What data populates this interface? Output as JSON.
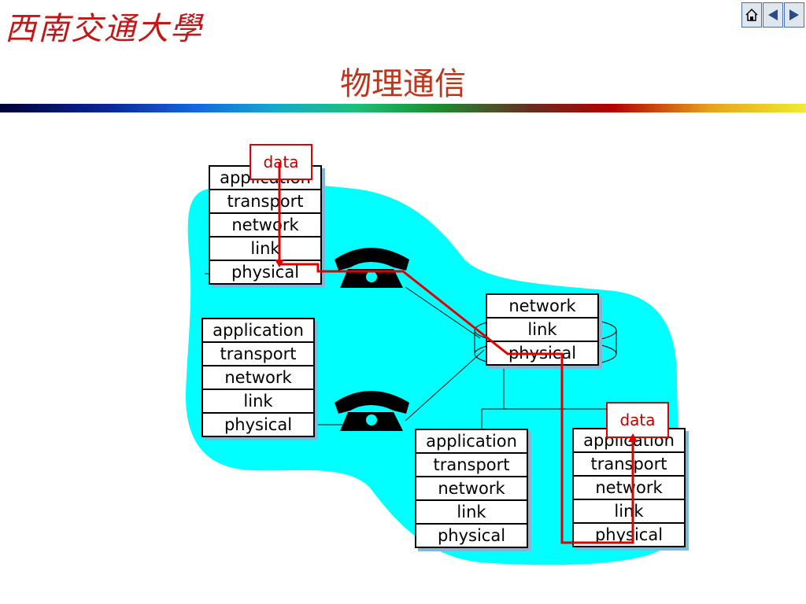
{
  "header": {
    "logo_text": "西南交通大學",
    "title": "物理通信"
  },
  "nav": {
    "home_icon": "home-icon",
    "prev_icon": "prev-icon",
    "next_icon": "next-icon"
  },
  "stack_top_left": [
    "application",
    "transport",
    "network",
    "link",
    "physical"
  ],
  "stack_mid_left": [
    "application",
    "transport",
    "network",
    "link",
    "physical"
  ],
  "stack_router": [
    "network",
    "link",
    "physical"
  ],
  "stack_bottom_mid": [
    "application",
    "transport",
    "network",
    "link",
    "physical"
  ],
  "stack_bottom_right": [
    "application",
    "transport",
    "network",
    "link",
    "physical"
  ],
  "data_top": "data",
  "data_bottom": "data",
  "colors": {
    "cloud": "#00ffff",
    "path": "#e00000",
    "title": "#c0341c"
  }
}
